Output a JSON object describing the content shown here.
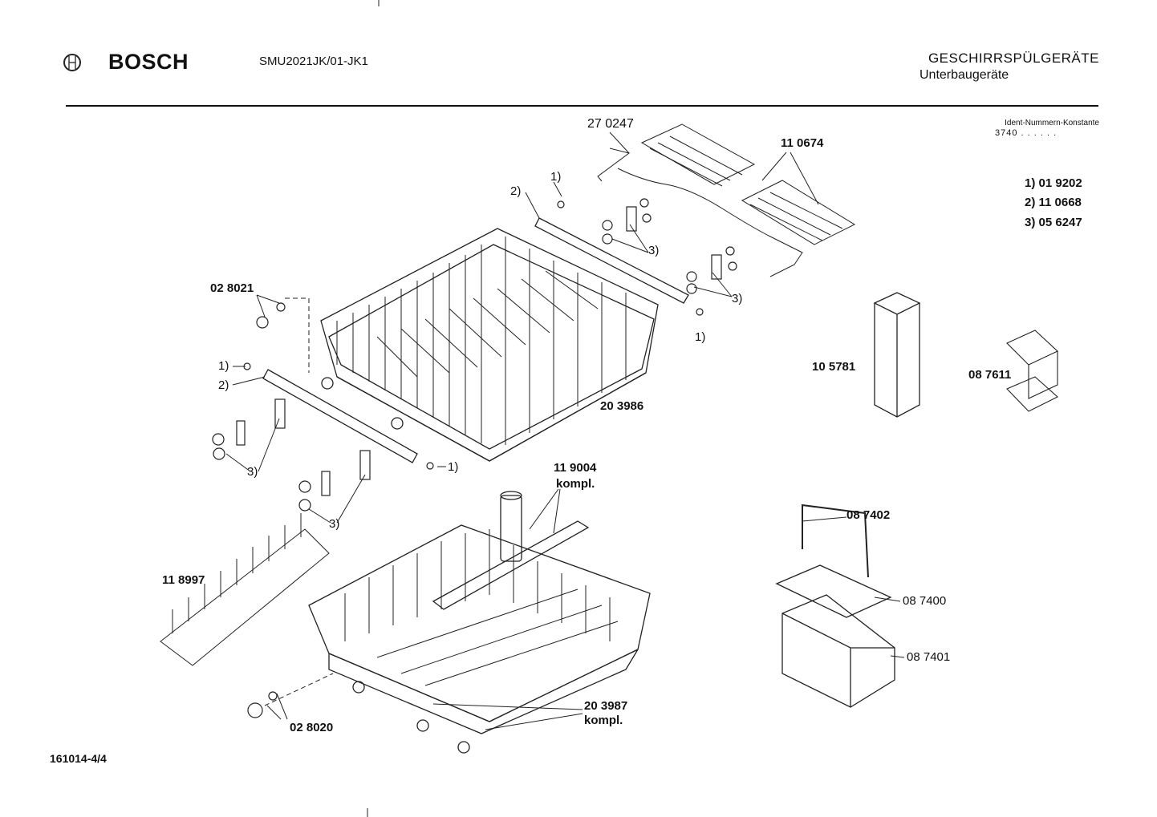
{
  "header": {
    "brand": "BOSCH",
    "model": "SMU2021JK/01-JK1",
    "category": "GESCHIRRSPÜLGERÄTE",
    "subcategory": "Unterbaugeräte"
  },
  "ident": {
    "title": "Ident-Nummern-Konstante",
    "value": "3740  . .   . . . ."
  },
  "footnotes": [
    "1)  01 9202",
    "2)  11 0668",
    "3)  05 6247"
  ],
  "parts": {
    "p270247": "27 0247",
    "p110674": "11 0674",
    "p028021": "02 8021",
    "p203986": "20 3986",
    "p105781": "10 5781",
    "p087611": "08 7611",
    "p119004a": "11 9004",
    "p119004b": "kompl.",
    "p118997": "11 8997",
    "p087402": "08 7402",
    "p087400": "08 7400",
    "p087401": "08 7401",
    "p203987a": "20 3987",
    "p203987b": "kompl.",
    "p028020": "02 8020"
  },
  "callouts": {
    "c1a": "1)",
    "c2a": "2)",
    "c3a": "3)",
    "c3b": "3)",
    "c1b": "1)",
    "c1c": "1)",
    "c2c": "2)",
    "c3c": "3)",
    "c1d": "1)",
    "c3d": "3)"
  },
  "footer": {
    "drawing_number": "161014-4/4"
  }
}
